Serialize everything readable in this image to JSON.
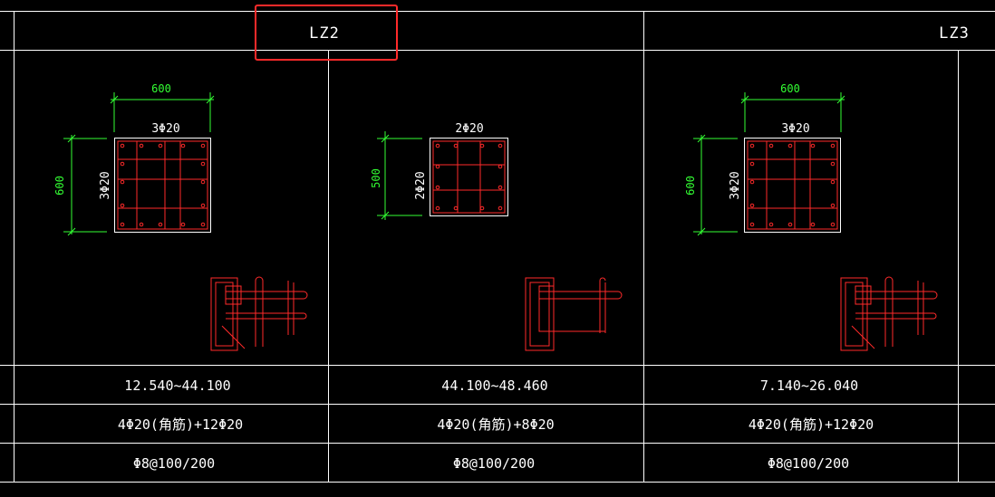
{
  "colors": {
    "background": "#000000",
    "grid": "#ffffff",
    "rebar": "#ff2a2a",
    "dimension": "#33ff33",
    "highlight": "#ff2a2a"
  },
  "header": {
    "col2_title": "LZ2",
    "col3_title": "LZ3"
  },
  "columns": [
    {
      "dim_width": "600",
      "dim_height": "600",
      "top_bars": "3Φ20",
      "side_bars": "3Φ20",
      "elevation": "12.540~44.100",
      "longitudinal": "4Φ20(角筋)+12Φ20",
      "stirrup": "Φ8@100/200"
    },
    {
      "dim_width": "",
      "dim_height": "500",
      "top_bars": "2Φ20",
      "side_bars": "2Φ20",
      "elevation": "44.100~48.460",
      "longitudinal": "4Φ20(角筋)+8Φ20",
      "stirrup": "Φ8@100/200"
    },
    {
      "dim_width": "600",
      "dim_height": "600",
      "top_bars": "3Φ20",
      "side_bars": "3Φ20",
      "elevation": "7.140~26.040",
      "longitudinal": "4Φ20(角筋)+12Φ20",
      "stirrup": "Φ8@100/200"
    }
  ]
}
